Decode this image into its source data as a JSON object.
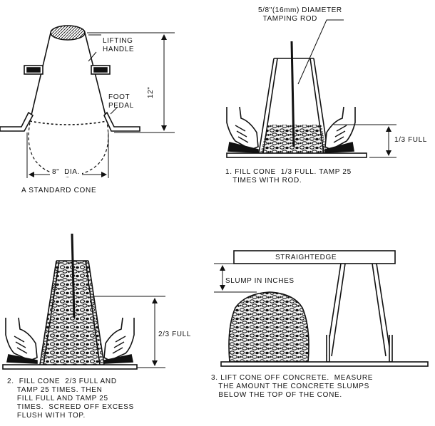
{
  "panel_cone": {
    "lifting_handle": "LIFTING\nHANDLE",
    "foot_pedal": "FOOT\nPEDAL",
    "height": "12\"",
    "diameter": "8\"  DIA.",
    "caption": "A STANDARD CONE"
  },
  "panel_step1": {
    "rod_label": "5/8\"(16mm) DIAMETER\n  TAMPING ROD",
    "fill_level": "1/3 FULL",
    "caption": "1. FILL CONE  1/3 FULL. TAMP 25\n   TIMES WITH ROD."
  },
  "panel_step2": {
    "fill_level": "2/3 FULL",
    "caption": "2.  FILL CONE  2/3 FULL AND\n    TAMP 25 TIMES. THEN\n    FILL FULL AND TAMP 25\n    TIMES.  SCREED OFF EXCESS\n    FLUSH WITH TOP."
  },
  "panel_step3": {
    "straightedge": "STRAIGHTEDGE",
    "slump": "SLUMP IN INCHES",
    "caption": "3. LIFT CONE OFF CONCRETE.  MEASURE\n   THE AMOUNT THE CONCRETE SLUMPS\n   BELOW THE TOP OF THE CONE."
  }
}
